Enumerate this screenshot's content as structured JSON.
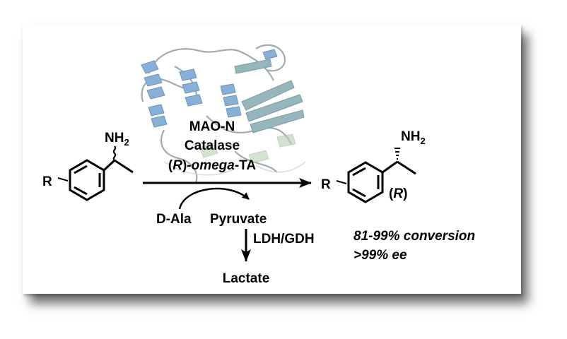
{
  "substrate": {
    "r_label": "R",
    "nh2_label": "NH",
    "nh2_sub": "2"
  },
  "conditions": {
    "enzyme_1": "MAO-N",
    "enzyme_2": "Catalase",
    "enzyme_3_prefix": "(",
    "enzyme_3_r": "R",
    "enzyme_3_mid": ")-",
    "enzyme_3_omega": "omega",
    "enzyme_3_suffix": "-TA"
  },
  "cofactor_cycle": {
    "amine_donor": "D-Ala",
    "byproduct": "Pyruvate",
    "removal_enzymes": "LDH/GDH",
    "final_product": "Lactate"
  },
  "product": {
    "r_label": "R",
    "nh2_label": "NH",
    "nh2_sub": "2",
    "stereo_open": "(",
    "stereo_r": "R",
    "stereo_close": ")"
  },
  "results": {
    "conversion": "81-99% conversion",
    "ee": ">99% ee"
  },
  "colors": {
    "protein_helix": "#6f9fcf",
    "protein_sheet": "#7fa7b0",
    "protein_coil": "#8a9aa0",
    "protein_green": "#a8c9a0"
  }
}
